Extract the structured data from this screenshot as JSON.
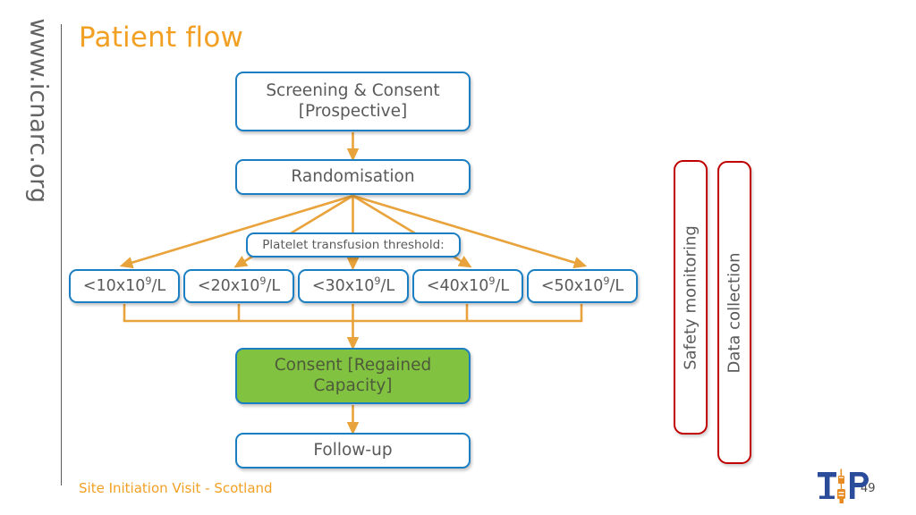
{
  "slide": {
    "title": "Patient flow",
    "sidebar_url": "www.icnarc.org",
    "footer": "Site Initiation Visit - Scotland",
    "page_number": "49"
  },
  "colors": {
    "title_orange": "#F2A024",
    "box_border_blue": "#1B7EC2",
    "consent_green": "#81C241",
    "connector_orange": "#E9A33C",
    "redbar_red": "#C00000",
    "text_gray": "#5A5A5A"
  },
  "flow": {
    "screening": "Screening & Consent\n[Prospective]",
    "screening_line1": "Screening & Consent",
    "screening_line2": "[Prospective]",
    "randomisation": "Randomisation",
    "threshold_label": "Platelet transfusion threshold:",
    "consent_line1": "Consent [Regained",
    "consent_line2": "Capacity]",
    "followup": "Follow-up",
    "thresholds": [
      {
        "prefix": "<10x10",
        "sup": "9",
        "suffix": "/L"
      },
      {
        "prefix": "<20x10",
        "sup": "9",
        "suffix": "/L"
      },
      {
        "prefix": "<30x10",
        "sup": "9",
        "suffix": "/L"
      },
      {
        "prefix": "<40x10",
        "sup": "9",
        "suffix": "/L"
      },
      {
        "prefix": "<50x10",
        "sup": "9",
        "suffix": "/L"
      }
    ]
  },
  "side_bars": [
    {
      "label": "Safety monitoring"
    },
    {
      "label": "Data collection"
    }
  ]
}
